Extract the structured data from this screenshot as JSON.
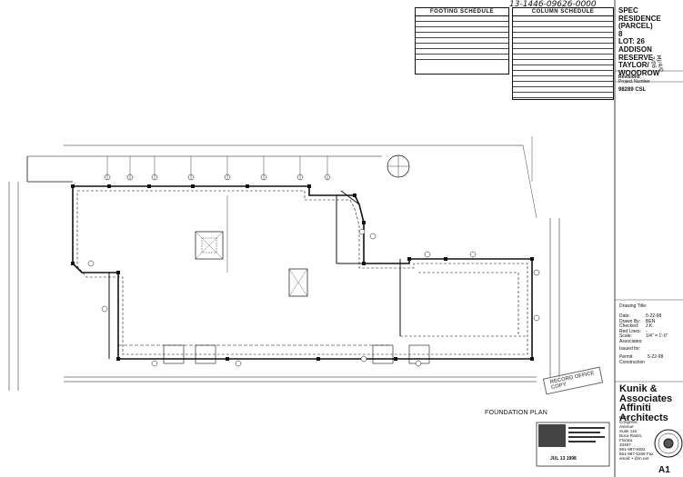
{
  "document": {
    "project_block": {
      "lines": [
        "SPEC",
        "RESIDENCE",
        "(PARCEL) 8",
        "LOT: 26",
        "ADDISON",
        "RESERVE",
        "TAYLOR/",
        "WOODROW"
      ],
      "project_number_label": "Project Number",
      "project_number": "98289 CSL"
    },
    "revisions_label": "Revisions",
    "handwritten_top": "13-1446-09626-0000",
    "handwritten_side": "MJ/4/0 7/06",
    "footing_schedule_title": "FOOTING SCHEDULE",
    "column_schedule_title": "COLUMN SCHEDULE",
    "drawing_title_label": "Drawing Title:",
    "meta_labels": [
      "Date:",
      "Drawn By:",
      "Checked:",
      "Red Lines:",
      "Scale:",
      "Associates:"
    ],
    "meta_values": [
      "5-22-98",
      "BEN",
      "J.K.",
      "-",
      "1/4\" = 1'-0\"",
      ""
    ],
    "issued_label": "Issued for:",
    "issued_items": [
      "Permit",
      "Construction"
    ],
    "issued_dates": [
      "5-22-98",
      ""
    ],
    "firm_name": [
      "Kunik &",
      "Associates",
      "Affiniti",
      "Architects"
    ],
    "firm_address": [
      "5401",
      "Congress",
      "Avenue",
      "Suite 116",
      "Boca Raton,",
      "Florida",
      "33487",
      "561-997-9302",
      "561-997-5268 Fax",
      "email: • @in.net"
    ],
    "sheet_number": "A1",
    "plan_title": "FOUNDATION PLAN",
    "stamp_text": [
      "RECORD OFFICE",
      "COPY"
    ],
    "approval_stamp_date": "JUL 13 1998"
  }
}
